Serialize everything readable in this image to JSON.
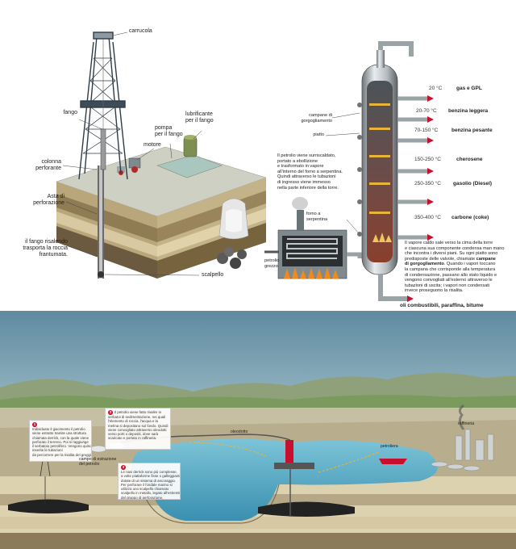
{
  "rig": {
    "carrucola": "carrucola",
    "fango": "fango",
    "motore": "motore",
    "pompa": "pompa\nper il fango",
    "lubrificante": "lubrificante\nper il fango",
    "colonna": "colonna\nperforante",
    "asta": "Asta di\nperforazione",
    "fango_risalendo": "il fango risalendo\ntrasporta la roccia\nfrantumata.",
    "scalpello": "scalpello"
  },
  "tower": {
    "campane": "campane di\ngorgogliamento",
    "piatto": "piatto",
    "forno": "forno a\nserpentina",
    "petrolio_grezzo": "petrolio\ngrezzo",
    "desc_left": "Il petrolio viene surriscaldato,\nportato a ebollizione\ne trasformato in vapore\nall'interno del forno a serpentina.\nQuindi attraverso le tubazioni\ndi ingresso viene immesso\nnella parte inferiore della torre.",
    "desc_right_1": "Il vapore caldo sale verso la cima della torre\ne ciascuna sua componente condensa man mano\nche incontra i diversi piani. Su ogni piatto sono\npredisposte delle valvole, chiamate ",
    "desc_right_bold": "campane\ndi gorgogliamento",
    "desc_right_2": ". Quando i vapori toccano\nla campana che corrisponde alla temperatura\ndi condensazione, passano allo stato liquido e\nvengono convogliati all'esterno attraverso le\ntubazioni di uscita; i vapori non condensati\ninvece proseguono la risalita.",
    "fractions": [
      {
        "temp": "20 °C",
        "name": "gas e GPL"
      },
      {
        "temp": "20-70 °C",
        "name": "benzina leggera"
      },
      {
        "temp": "70-150 °C",
        "name": "benzina pesante"
      },
      {
        "temp": "150-250 °C",
        "name": "cherosene"
      },
      {
        "temp": "250-350 °C",
        "name": "gasolio (Diesel)"
      },
      {
        "temp": "350-400 °C",
        "name": "carbone (coke)"
      }
    ],
    "bottom": "oli combustibili, paraffina, bitume"
  },
  "landscape": {
    "box1": "Individuato il giacimento il petrolio\nviene estratto tramite una struttura\nchiamata derrick, con la quale viene\nperforato il terreno. Poi si raggiunge\nil serbatoio petrolifero. Vengono quindi\ninserite le tubazioni\nda percorrere per la risalita del greggio.",
    "box2": "Il petrolio viene fatto risalire in\nserbatoi di sedimentazione, nei quali\nl'elemento di roccia, l'acqua e la\nmelma si depositano sul fondo. Quindi\nviene convogliato attraverso oleodotti\nverso porti o depositi, dove sarà\nscaricato e portato in raffineria.",
    "box3": "Le navi derrick sono più complesse,\na volte piattaforme fisse o galleggianti,\ndotate di un sistema di ancoraggio.\nPer perforare il fondale marino si\nutilizza uno scalpello chiamato\nscalpello in metallo, legato all'estremità\ndel gruppo di perforazione.",
    "campo": "campo di estrazione\ndel petrolio",
    "oleodotto": "oleodotto",
    "petroliera": "petroliera",
    "raffineria": "raffineria",
    "petrolio_left": "petrolio",
    "petrolio_right": "petrolio"
  }
}
